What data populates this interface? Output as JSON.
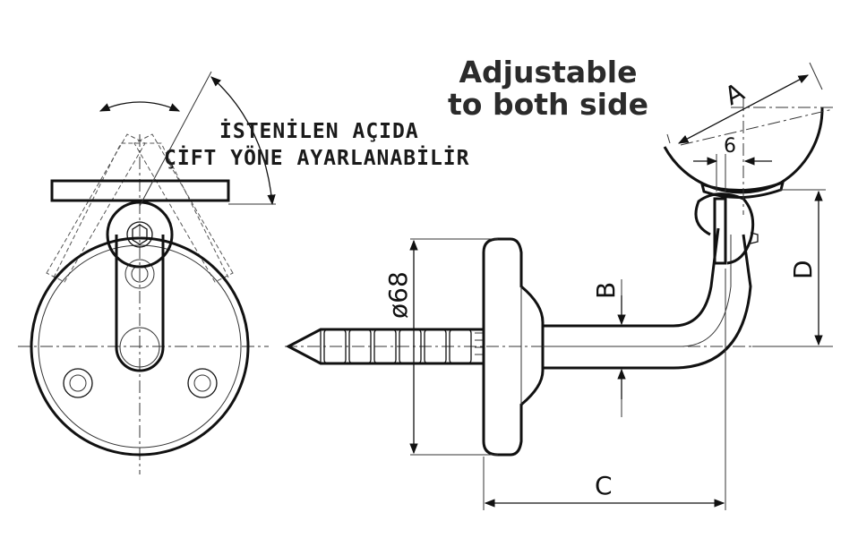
{
  "header": {
    "title_line1": "Adjustable",
    "title_line2": "to both side"
  },
  "note": {
    "line1": "İSTENİLEN AÇIDA",
    "line2": "ÇİFT YÖNE AYARLANABİLİR"
  },
  "dimensions": {
    "diameter": "ø68",
    "a": "A",
    "b": "B",
    "c": "C",
    "d": "D",
    "six": "6"
  }
}
